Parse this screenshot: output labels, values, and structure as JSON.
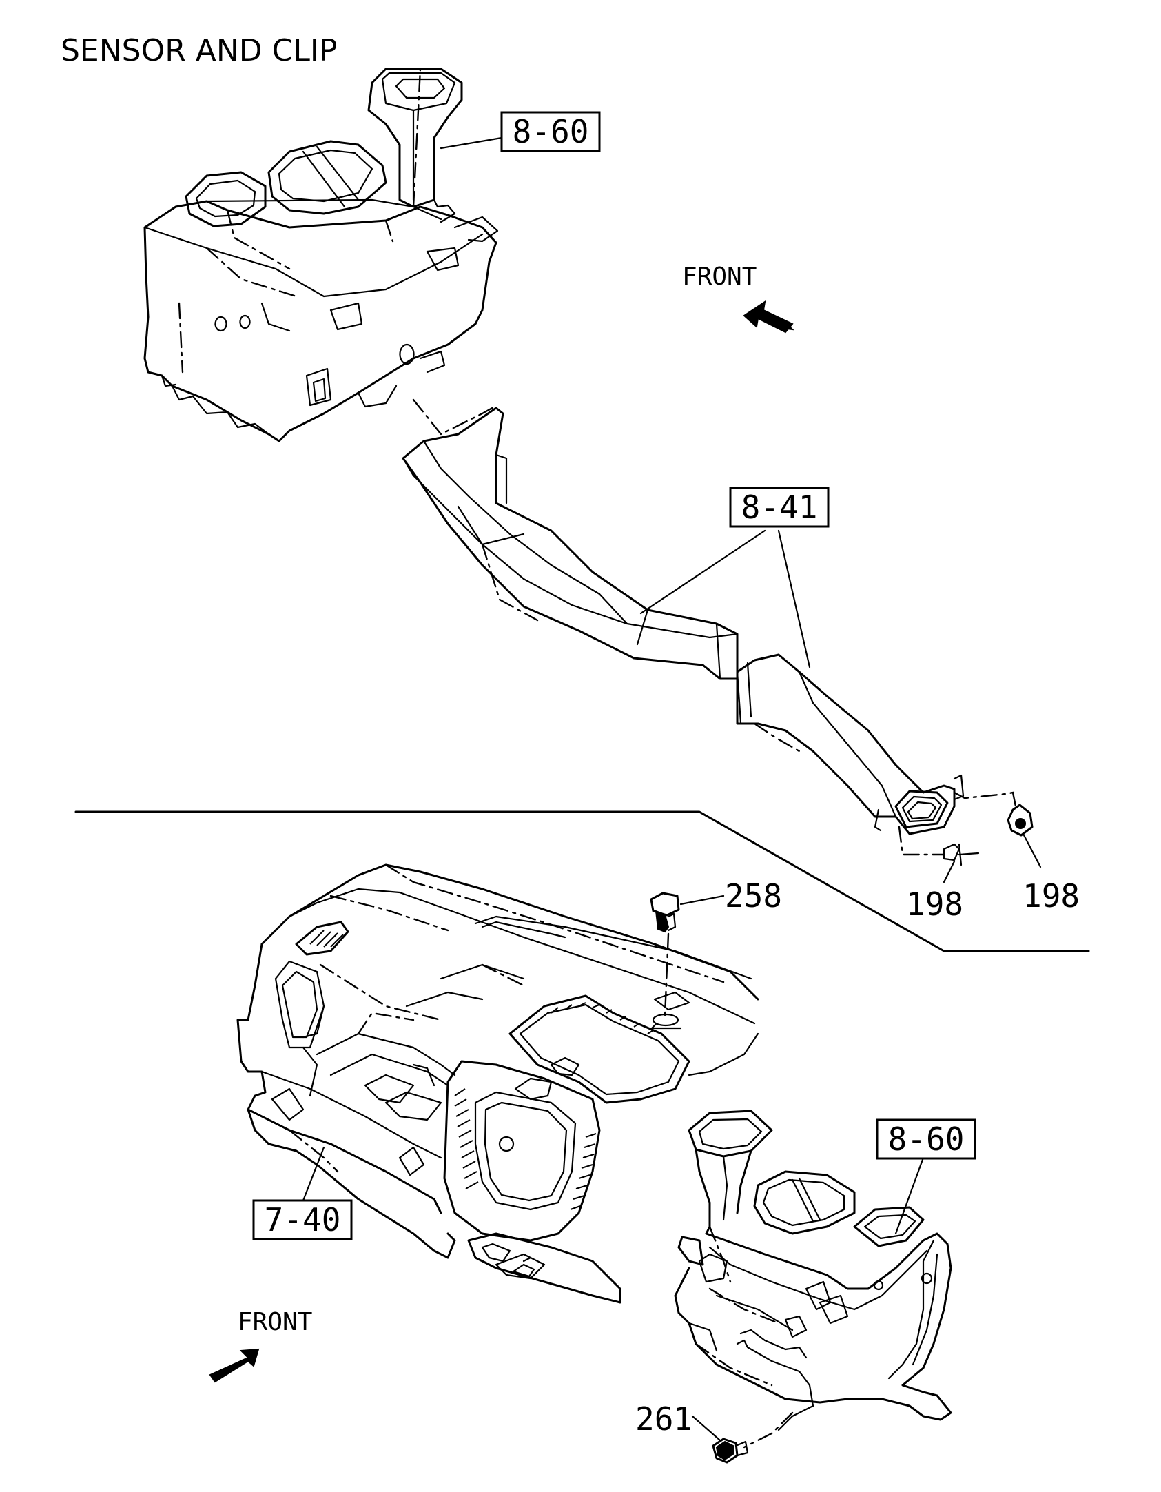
{
  "title": "SENSOR AND CLIP",
  "labels": {
    "front_top": "FRONT",
    "front_bottom": "FRONT",
    "ref_heater_top": "8-60",
    "ref_duct": "8-41",
    "ref_heater_bottom": "8-60",
    "ref_dash": "7-40",
    "part_198_left": "198",
    "part_198_right": "198",
    "part_258": "258",
    "part_261": "261"
  }
}
